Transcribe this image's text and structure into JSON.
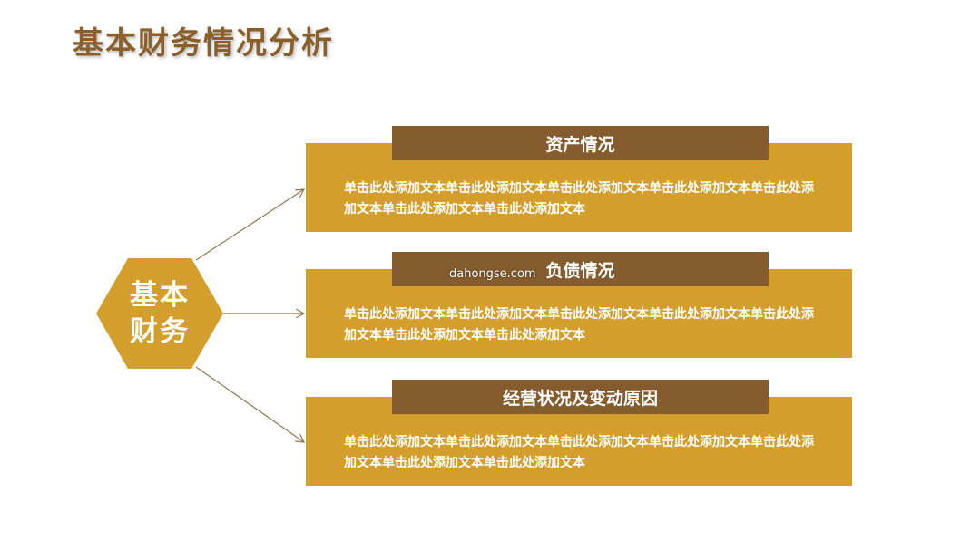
{
  "title": "基本财务情况分析",
  "center": {
    "label": "基本财务"
  },
  "sections": [
    {
      "heading": "资产情况",
      "body": "单击此处添加文本单击此处添加文本单击此处添加文本单击此处添加文本单击此处添加文本单击此处添加文本单击此处添加文本"
    },
    {
      "heading": "负债情况",
      "body": "单击此处添加文本单击此处添加文本单击此处添加文本单击此处添加文本单击此处添加文本单击此处添加文本单击此处添加文本"
    },
    {
      "heading": "经营状况及变动原因",
      "body": "单击此处添加文本单击此处添加文本单击此处添加文本单击此处添加文本单击此处添加文本单击此处添加文本单击此处添加文本"
    }
  ],
  "watermark": "dahongse.com",
  "colors": {
    "gold": "#d39e2b",
    "brown": "#845c2d",
    "title": "#8a5f2a",
    "line": "#8a7a55"
  }
}
